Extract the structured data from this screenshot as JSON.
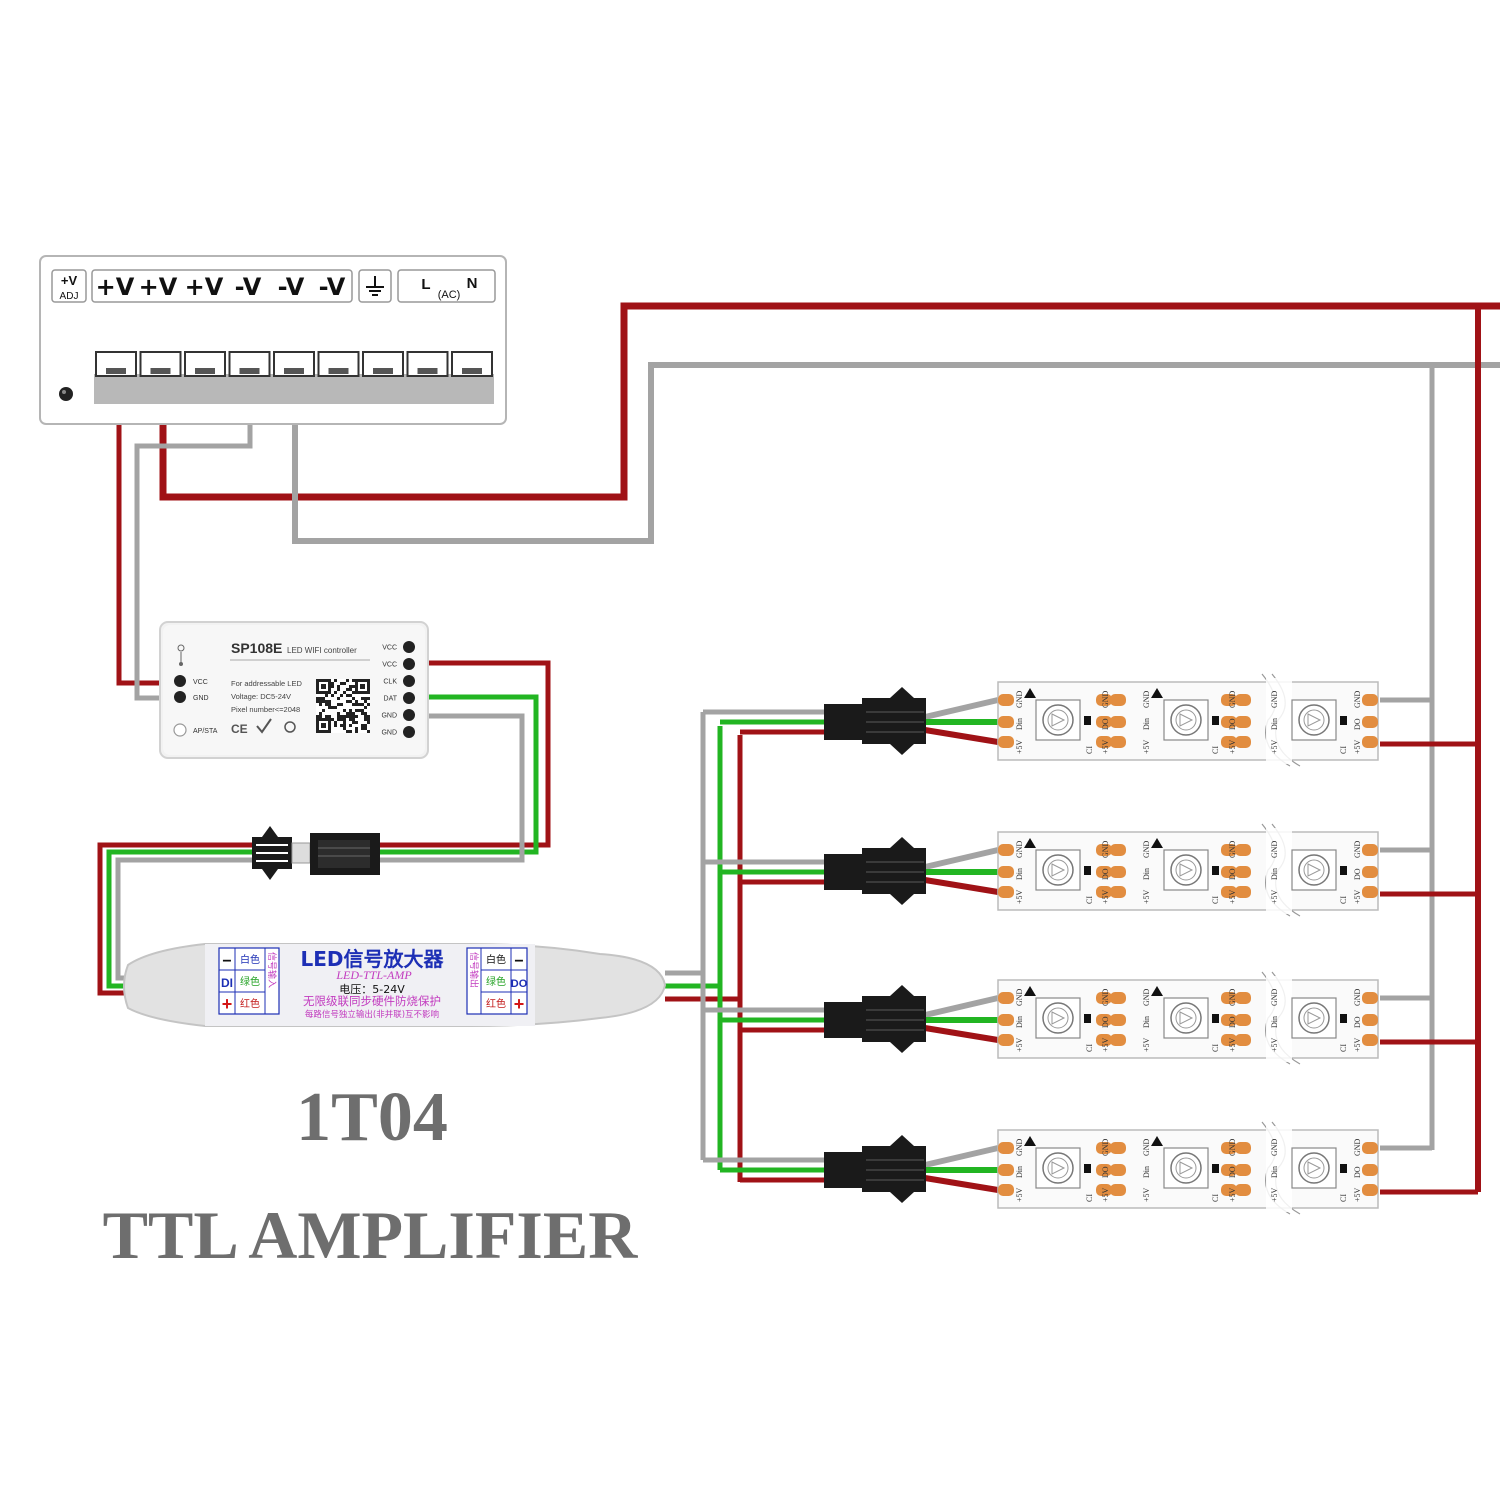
{
  "power_supply": {
    "terminals": [
      "+V",
      "+V",
      "+V",
      "-V",
      "-V",
      "-V"
    ],
    "adj_top": "+V",
    "adj_bottom": "ADJ",
    "ac_l": "L",
    "ac_ac": "(AC)",
    "ac_n": "N"
  },
  "controller": {
    "model": "SP108E",
    "subtitle": "LED WIFI controller",
    "line1": "For addressable LED",
    "line2": "Voltage: DC5-24V",
    "line3": "Pixel number<=2048",
    "pins": [
      "VCC",
      "VCC",
      "CLK",
      "DAT",
      "GND",
      "GND"
    ],
    "left_pins": [
      "VCC",
      "GND"
    ],
    "marks": "CE",
    "bottom_left": "AP/STA"
  },
  "amplifier": {
    "title": "LED信号放大器",
    "subtitle": "LED-TTL-AMP",
    "voltage": "电压：5-24V",
    "line1": "无限级联同步硬件防烧保护",
    "line2": "每路信号独立输出(非并联)互不影响",
    "left_cells": [
      "白色",
      "绿色",
      "红色"
    ],
    "left_signs": [
      "−",
      "DI",
      "+"
    ],
    "left_side": "信号输入",
    "right_cells": [
      "白色",
      "绿色",
      "红色"
    ],
    "right_signs": [
      "−",
      "DO",
      "+"
    ],
    "right_side": "信号输出"
  },
  "strip_labels": {
    "gnd": "GND",
    "din": "Din",
    "v5": "+5V",
    "do": "DO",
    "ci": "CI"
  },
  "caption": {
    "model": "1T04",
    "name": "TTL AMPLIFIER"
  },
  "colors": {
    "red_wire": "#a01216",
    "gray_wire": "#a3a3a3",
    "green_wire": "#22b522",
    "caption_text": "#6e6e6e",
    "amp_text": "#1d2fb5",
    "pad_orange": "#e28d40"
  }
}
